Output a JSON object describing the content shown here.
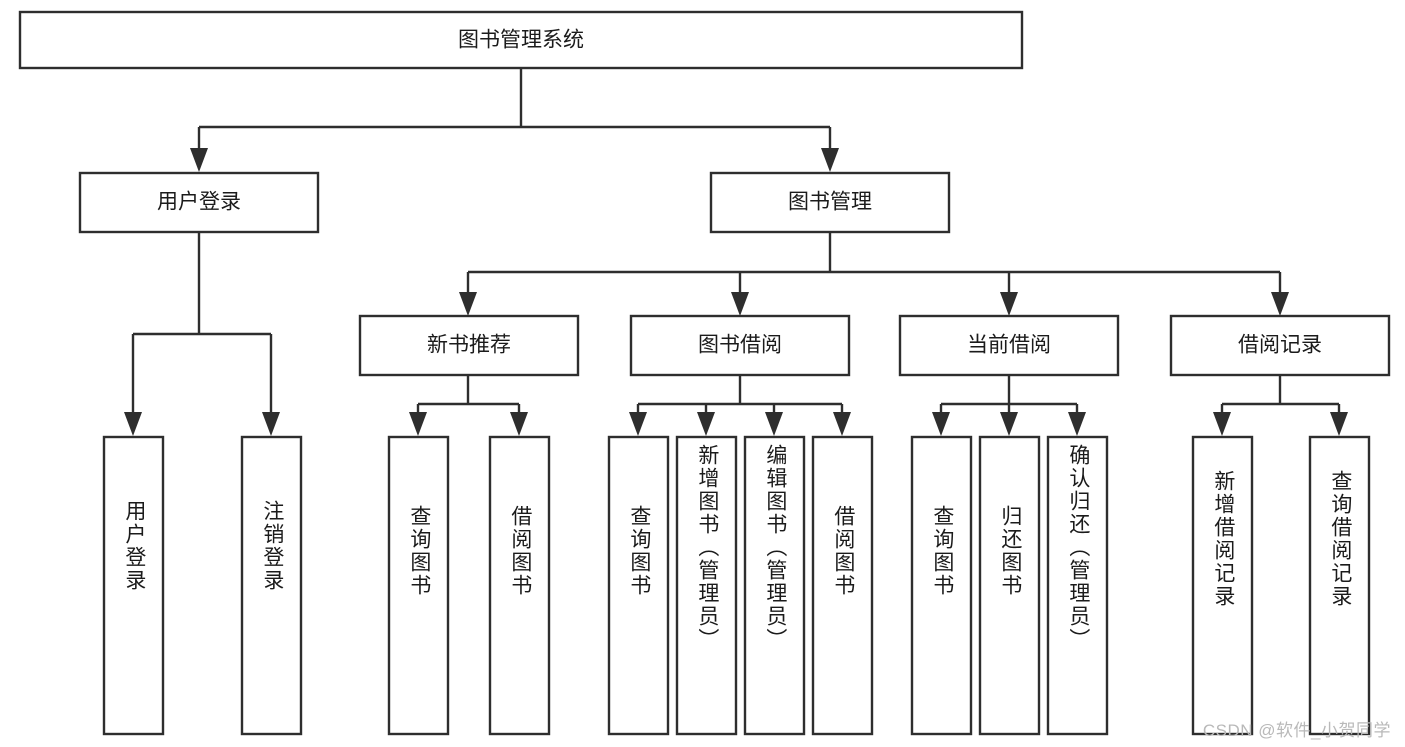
{
  "diagram": {
    "title": "图书管理系统",
    "type": "tree-hierarchy",
    "watermark": "CSDN @软件_小贺同学",
    "colors": {
      "stroke": "#2e2e2e",
      "fill": "#ffffff",
      "text": "#1b1b1b",
      "watermark": "#b9b9b9"
    },
    "root": {
      "label": "图书管理系统"
    },
    "level2": [
      {
        "label": "用户登录"
      },
      {
        "label": "图书管理"
      }
    ],
    "level3": [
      {
        "label": "新书推荐"
      },
      {
        "label": "图书借阅"
      },
      {
        "label": "当前借阅"
      },
      {
        "label": "借阅记录"
      }
    ],
    "leaves": {
      "user_login": [
        {
          "label": "用户登录"
        },
        {
          "label": "注销登录"
        }
      ],
      "new_book_recommend": [
        {
          "label": "查询图书"
        },
        {
          "label": "借阅图书"
        }
      ],
      "book_borrow": [
        {
          "label": "查询图书"
        },
        {
          "label": "新增图书（管理员）"
        },
        {
          "label": "编辑图书（管理员）"
        },
        {
          "label": "借阅图书"
        }
      ],
      "current_borrow": [
        {
          "label": "查询图书"
        },
        {
          "label": "归还图书"
        },
        {
          "label": "确认归还（管理员）"
        }
      ],
      "borrow_record": [
        {
          "label": "新增借阅记录"
        },
        {
          "label": "查询借阅记录"
        }
      ]
    }
  }
}
